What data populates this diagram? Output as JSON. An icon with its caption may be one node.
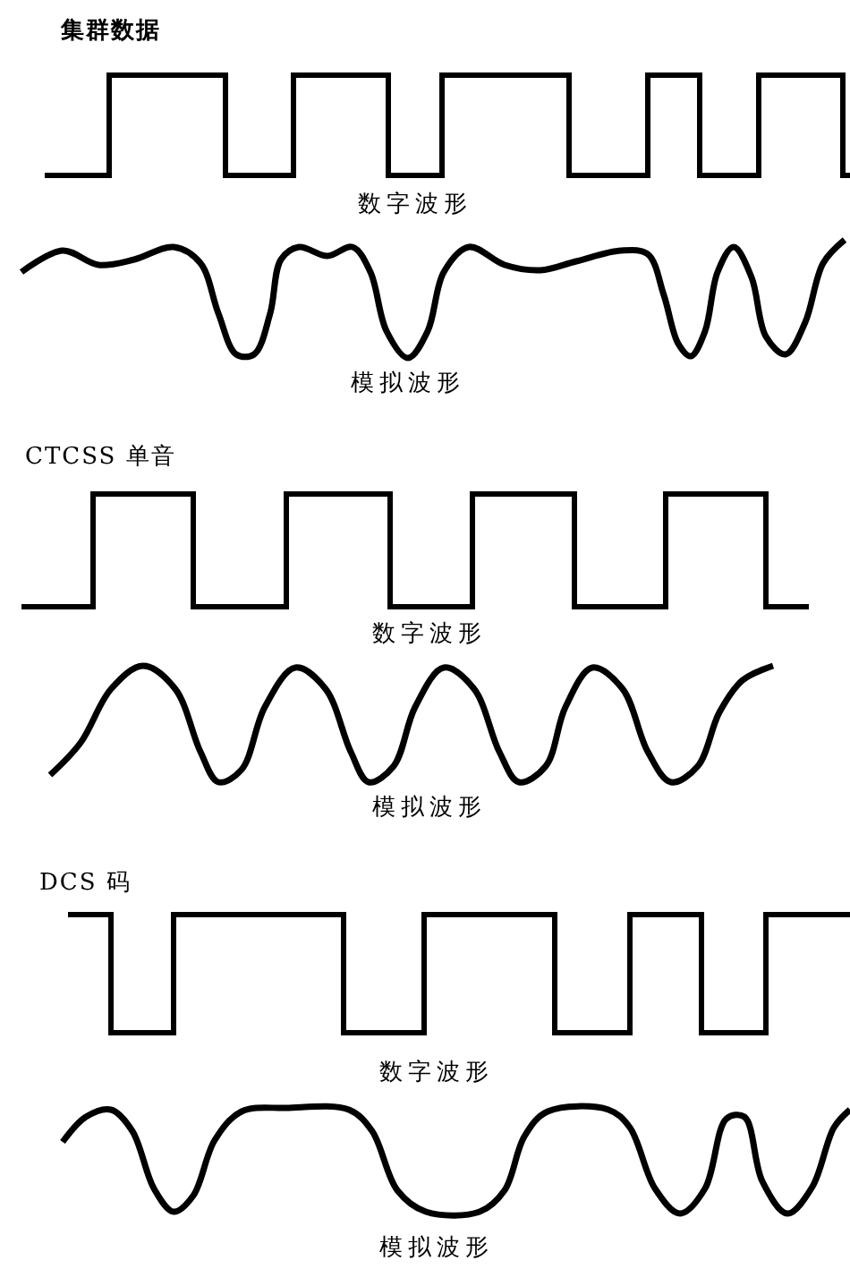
{
  "diagram": {
    "labels": [
      "集群数据",
      "数字波形",
      "模拟波形",
      "CTCSS 单音",
      "数字波形",
      "模拟波形",
      "DCS 码",
      "数字波形",
      "模拟波形"
    ]
  }
}
